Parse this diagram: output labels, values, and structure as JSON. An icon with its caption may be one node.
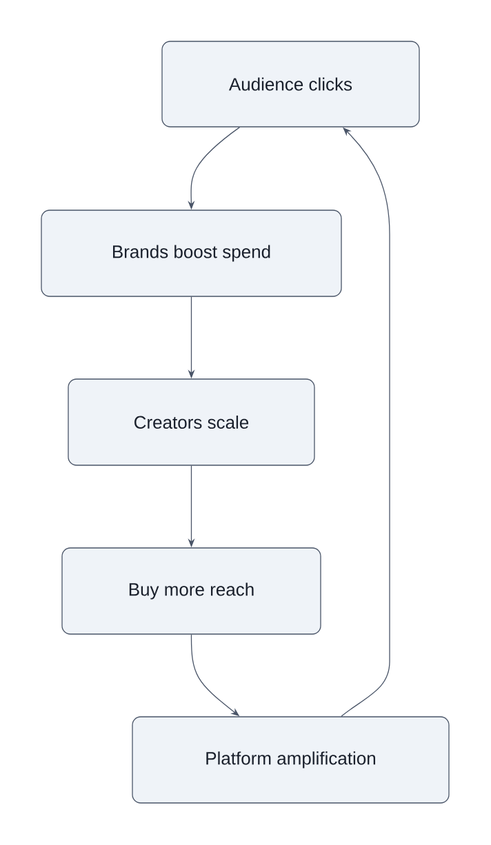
{
  "diagram": {
    "nodes": [
      {
        "text": [
          "Audience clicks"
        ]
      },
      {
        "text": [
          "Brands boost spend"
        ]
      },
      {
        "text": [
          "Creators scale"
        ]
      },
      {
        "text": [
          "Buy more reach"
        ]
      },
      {
        "text": [
          "Platform amplification"
        ]
      }
    ],
    "edges": [
      {
        "from": 0,
        "to": 1,
        "arrow": "to"
      },
      {
        "from": 1,
        "to": 2,
        "arrow": "to"
      },
      {
        "from": 2,
        "to": 3,
        "arrow": "to"
      },
      {
        "from": 3,
        "to": 4,
        "arrow": "to"
      },
      {
        "from": 4,
        "to": 0,
        "arrow": "to"
      }
    ]
  }
}
